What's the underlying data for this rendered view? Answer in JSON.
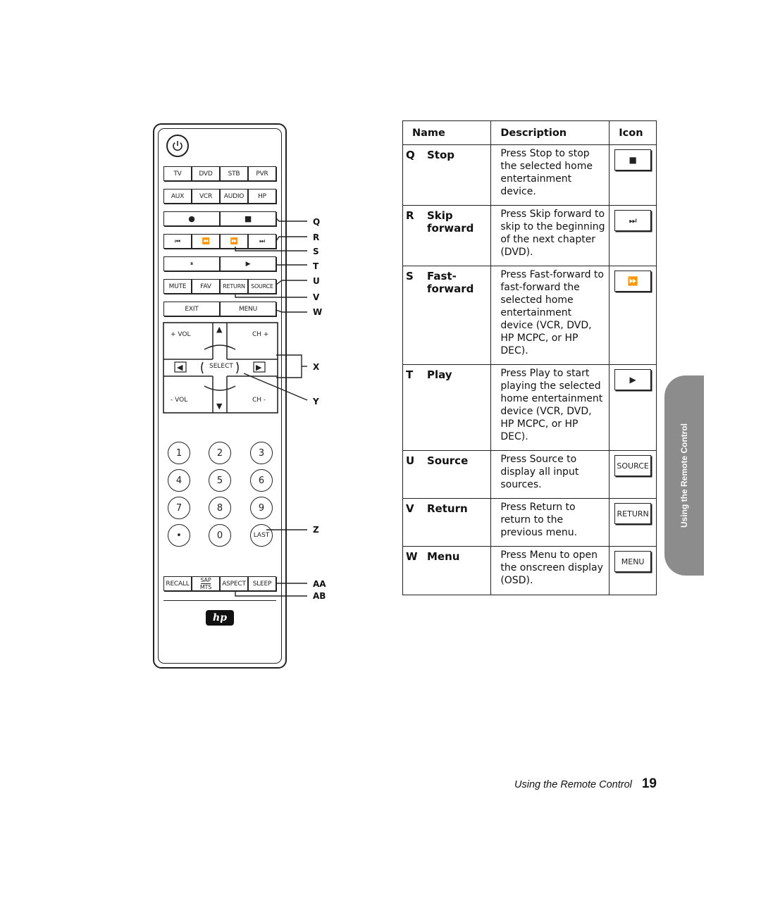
{
  "remote": {
    "row1": [
      "TV",
      "DVD",
      "STB",
      "PVR"
    ],
    "row2": [
      "AUX",
      "VCR",
      "AUDIO",
      "HP"
    ],
    "row3": [
      "●",
      "■"
    ],
    "row4": [
      "⏮",
      "⏪",
      "⏩",
      "⏭"
    ],
    "row5": [
      "⏸",
      "▶"
    ],
    "row6": [
      "MUTE",
      "FAV",
      "RETURN",
      "SOURCE"
    ],
    "row7": [
      "EXIT",
      "MENU"
    ],
    "dpad": {
      "vol_plus": "+ VOL",
      "ch_plus": "CH +",
      "select": "SELECT",
      "vol_minus": "- VOL",
      "ch_minus": "CH -",
      "up": "▲",
      "down": "▼",
      "left": "◀",
      "right": "▶"
    },
    "keypad": [
      "1",
      "2",
      "3",
      "4",
      "5",
      "6",
      "7",
      "8",
      "9",
      "•",
      "0",
      "LAST"
    ],
    "bottom_row": [
      "RECALL",
      "SAP",
      "MTS",
      "ASPECT",
      "SLEEP"
    ],
    "logo": "hp",
    "callouts": [
      "Q",
      "R",
      "S",
      "T",
      "U",
      "V",
      "W",
      "X",
      "Y",
      "Z",
      "AA",
      "AB"
    ]
  },
  "table": {
    "headers": {
      "name": "Name",
      "description": "Description",
      "icon": "Icon"
    },
    "rows": [
      {
        "letter": "Q",
        "name": "Stop",
        "description": "Press Stop to stop the selected home entertainment device.",
        "icon": "■"
      },
      {
        "letter": "R",
        "name": "Skip forward",
        "description": "Press Skip forward to skip to the beginning of the next chapter (DVD).",
        "icon": "⏭"
      },
      {
        "letter": "S",
        "name": "Fast-forward",
        "description": "Press Fast-forward to fast-forward the selected home entertainment device (VCR, DVD, HP MCPC, or HP DEC).",
        "icon": "⏩"
      },
      {
        "letter": "T",
        "name": "Play",
        "description": "Press Play to start playing the selected home entertainment device (VCR, DVD, HP MCPC, or HP DEC).",
        "icon": "▶"
      },
      {
        "letter": "U",
        "name": "Source",
        "description": "Press Source to display all input sources.",
        "icon": "SOURCE"
      },
      {
        "letter": "V",
        "name": "Return",
        "description": "Press Return to return to the previous menu.",
        "icon": "RETURN"
      },
      {
        "letter": "W",
        "name": "Menu",
        "description": "Press Menu to open the onscreen display (OSD).",
        "icon": "MENU"
      }
    ]
  },
  "side_tab": "Using the Remote Control",
  "footer": {
    "title": "Using the Remote Control",
    "page": "19"
  }
}
